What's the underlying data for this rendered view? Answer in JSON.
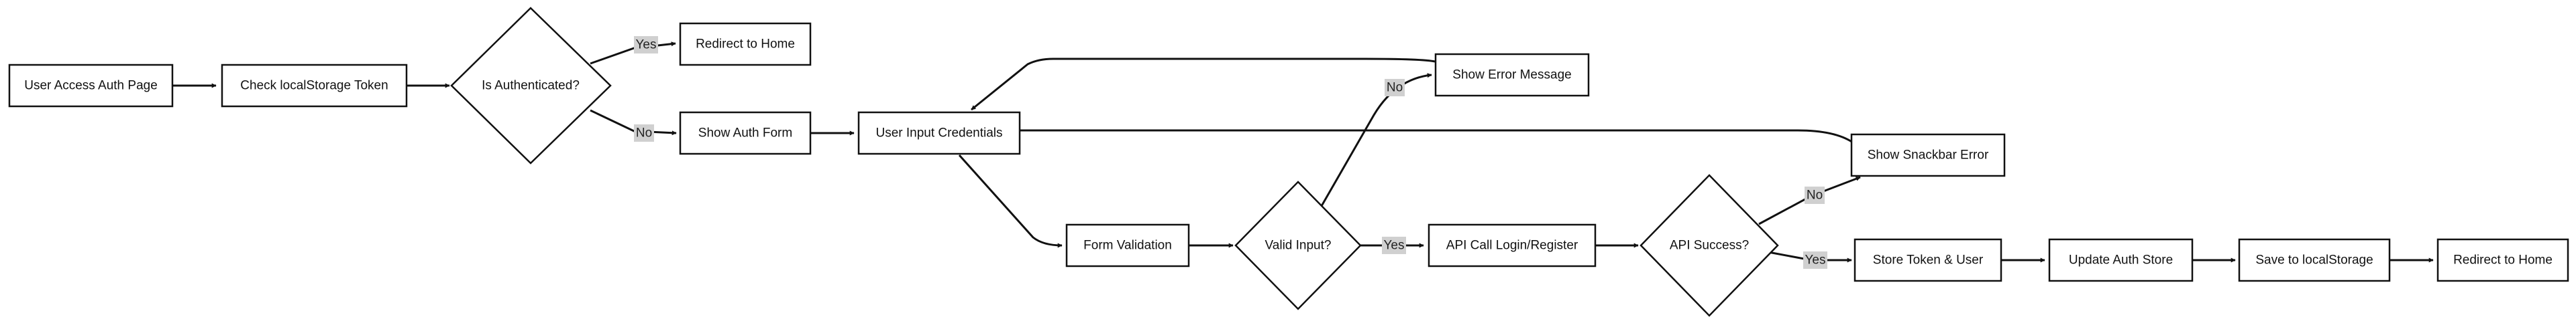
{
  "nodes": {
    "user_access": "User Access Auth Page",
    "check_token": "Check localStorage Token",
    "is_authenticated": "Is Authenticated?",
    "redirect_home_1": "Redirect to Home",
    "show_auth_form": "Show Auth Form",
    "user_input": "User Input Credentials",
    "show_error": "Show Error Message",
    "show_snackbar": "Show Snackbar Error",
    "form_validation": "Form Validation",
    "valid_input": "Valid Input?",
    "api_call": "API Call Login/Register",
    "api_success": "API Success?",
    "store_token": "Store Token & User",
    "update_store": "Update Auth Store",
    "save_storage": "Save to localStorage",
    "redirect_home_2": "Redirect to Home"
  },
  "edge_labels": {
    "auth_yes": "Yes",
    "auth_no": "No",
    "valid_no": "No",
    "valid_yes": "Yes",
    "api_no": "No",
    "api_yes": "Yes"
  }
}
